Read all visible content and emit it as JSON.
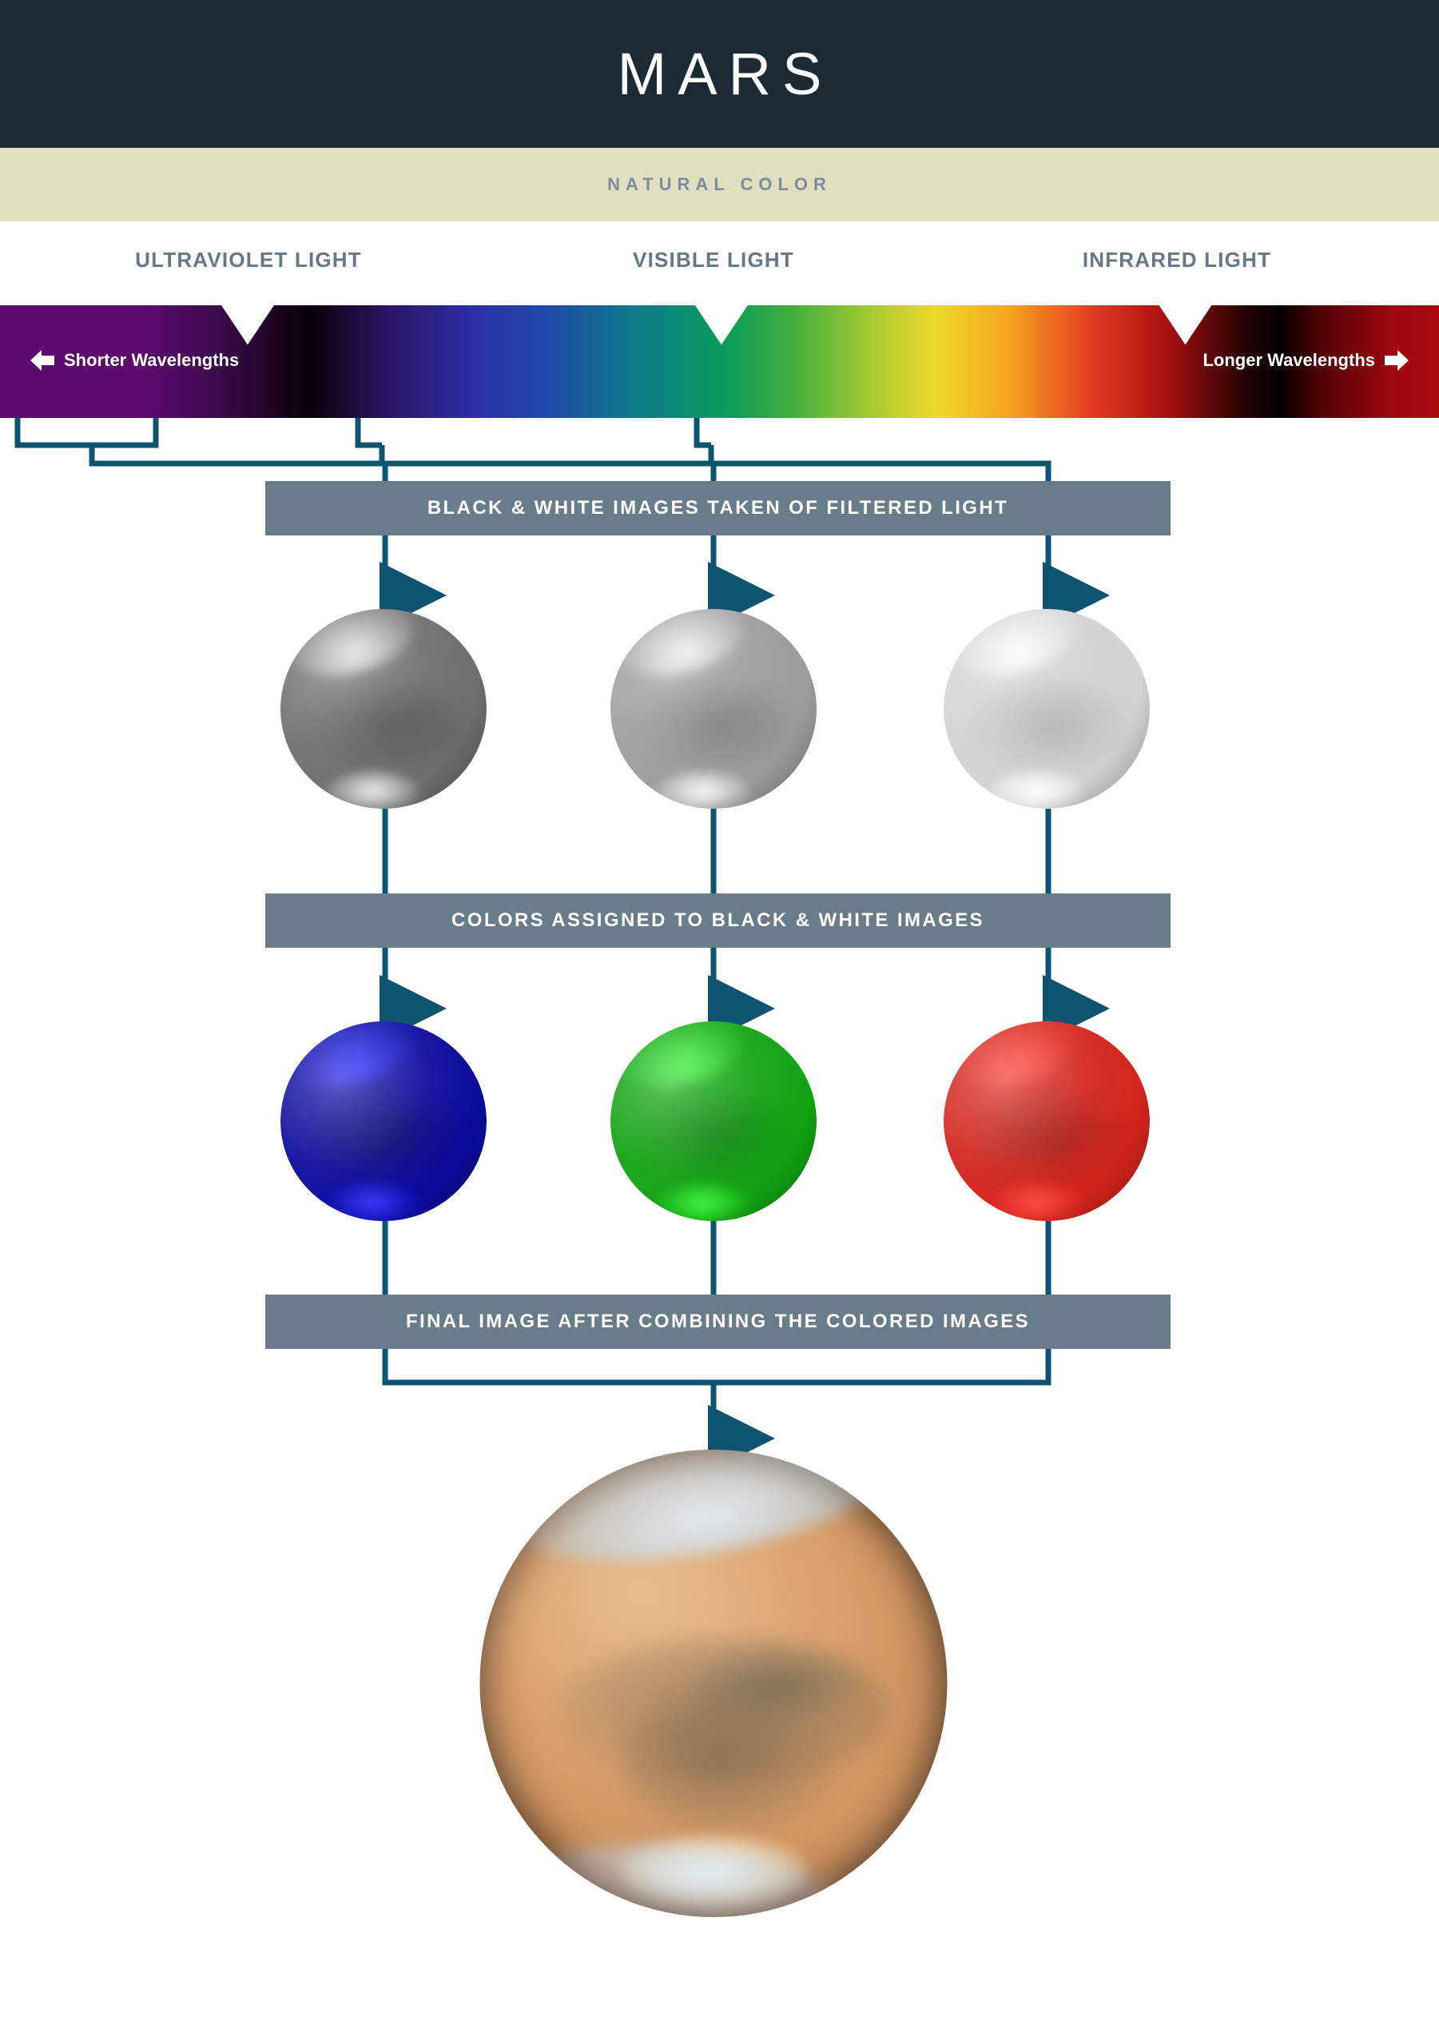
{
  "header": {
    "title": "MARS"
  },
  "subtitle": {
    "text": "NATURAL COLOR"
  },
  "colors": {
    "header_bg": "#1B2A33",
    "subtitle_bg": "#E0DFC0",
    "subtitle_text": "#7E8C99",
    "label_text": "#64788A",
    "stage_bar_bg": "#687C8A",
    "connector": "#0E5470",
    "filter_blue": "#0B0B9E",
    "filter_green": "#11A311",
    "filter_red": "#D2241C",
    "mars_surface": "#D09762"
  },
  "spectrum": {
    "light_labels": [
      {
        "id": "ultraviolet",
        "text": "ULTRAVIOLET LIGHT"
      },
      {
        "id": "visible",
        "text": "VISIBLE LIGHT"
      },
      {
        "id": "infrared",
        "text": "INFRARED LIGHT"
      }
    ],
    "wavelength_notes": [
      {
        "id": "shorter",
        "text": "Shorter Wavelengths",
        "direction": "left"
      },
      {
        "id": "longer",
        "text": "Longer Wavelengths",
        "direction": "right"
      }
    ]
  },
  "stages": [
    {
      "id": "bw",
      "label": "BLACK & WHITE IMAGES TAKEN OF FILTERED LIGHT"
    },
    {
      "id": "assign",
      "label": "COLORS ASSIGNED TO BLACK & WHITE IMAGES"
    },
    {
      "id": "final",
      "label": "FINAL IMAGE AFTER COMBINING THE COLORED IMAGES"
    }
  ],
  "bw_images": [
    {
      "id": "bw-ultraviolet",
      "source_band": "ULTRAVIOLET LIGHT",
      "tone": "#6E6E6E"
    },
    {
      "id": "bw-visible",
      "source_band": "VISIBLE LIGHT",
      "tone": "#9C9C9C"
    },
    {
      "id": "bw-infrared",
      "source_band": "INFRARED LIGHT",
      "tone": "#D2D2D2"
    }
  ],
  "colored_images": [
    {
      "id": "colored-blue",
      "assigned_color": "#0B0B9E",
      "from": "bw-ultraviolet"
    },
    {
      "id": "colored-green",
      "assigned_color": "#11A311",
      "from": "bw-visible"
    },
    {
      "id": "colored-red",
      "assigned_color": "#D2241C",
      "from": "bw-infrared"
    }
  ],
  "final_image": {
    "id": "final-mars-composite",
    "alt": "Mars in natural color"
  }
}
